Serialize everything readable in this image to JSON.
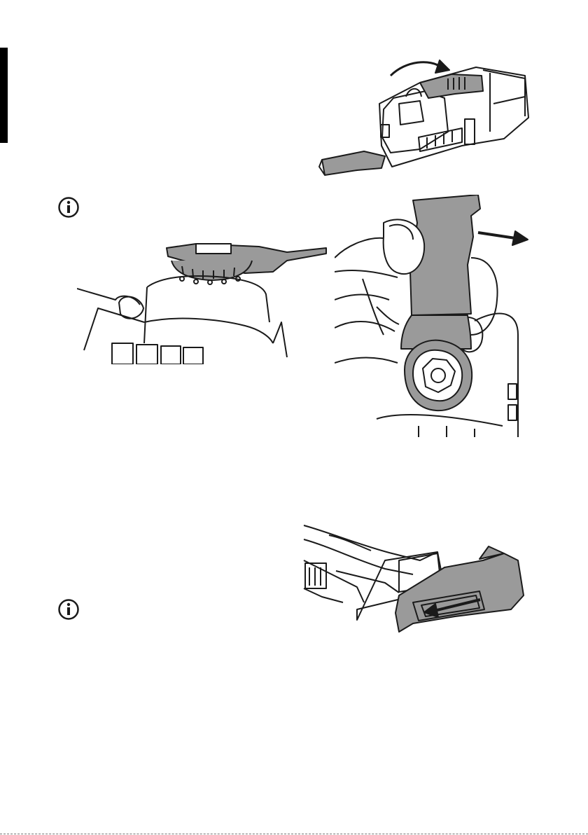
{
  "page": {
    "illustrations": [
      {
        "id": "locking-lever",
        "icon": "lever-rotate-illustration"
      },
      {
        "id": "blade-on-flange",
        "icon": "blade-flange-illustration"
      },
      {
        "id": "blade-removal",
        "icon": "hand-remove-blade-illustration"
      },
      {
        "id": "battery-insert",
        "icon": "battery-slide-illustration"
      }
    ],
    "info_icons": [
      "info-icon",
      "info-icon"
    ],
    "colors": {
      "ink": "#1a1a1a",
      "fill_grey": "#9a9a9a",
      "tab": "#000000"
    }
  }
}
